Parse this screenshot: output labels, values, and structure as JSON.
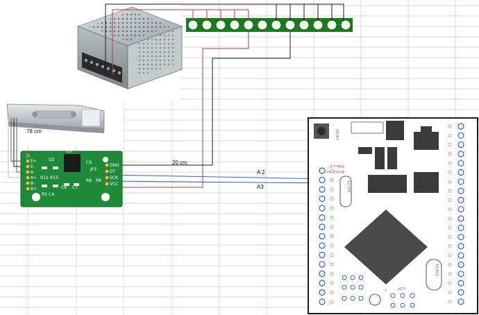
{
  "labels": {
    "cell_length": "78 cm",
    "cable_length": "20 cm",
    "wire_a2": "A 2",
    "wire_a3": "A3"
  },
  "hx711": {
    "parts": [
      "J1",
      "U7",
      "Q2",
      "C6",
      "JP2",
      "R12",
      "R13",
      "R8",
      "C4",
      "C8",
      "C7",
      "R5",
      "R8"
    ],
    "left_pins": [
      "E+",
      "E-",
      "A-",
      "A+",
      "B-",
      "B+"
    ],
    "right_pins": [
      "GND",
      "DT",
      "SCK",
      "VCC"
    ]
  },
  "board": {
    "reset_label": "RESET",
    "hole_label_1": "Hole x 2",
    "hole_label_2": "D=3.2mm",
    "crystal_small": "12.000",
    "crystal_big": "16.000",
    "icsp_label": "ICSP",
    "header_1": "1"
  },
  "colors": {
    "wire_red": "#c0392b",
    "wire_black": "#1a1a1a",
    "wire_blue": "#3a5fcd",
    "wire_green": "#2e7d32",
    "terminal_green": "#1d7a24",
    "hx_board": "#1f8a3a"
  }
}
